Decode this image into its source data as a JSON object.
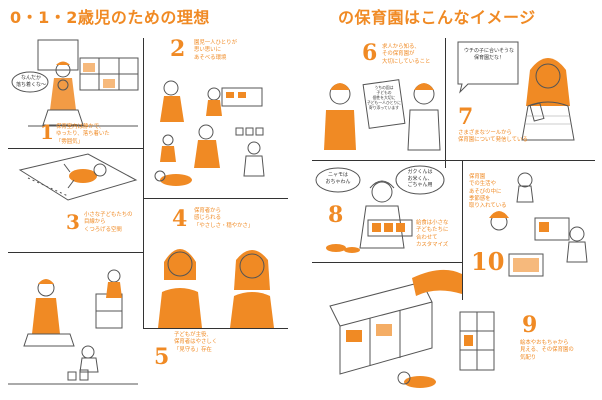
{
  "left_title": "0・1・2歳児のための理想",
  "right_title": "の保育園はこんなイメージ",
  "colors": {
    "accent": "#f08a24",
    "line": "#333333",
    "skin": "#ffffff",
    "bg": "#ffffff"
  },
  "items": [
    {
      "num": "1",
      "text": "保育室内は静かで、\nゆったり、落ち着いた\n「雰囲気」",
      "bubble": "なんだか\n落ち着くな〜"
    },
    {
      "num": "2",
      "text": "園児一人ひとりが\n思い思いに\nあそべる環境"
    },
    {
      "num": "3",
      "text": "小さな子どもたちの\n目線から\nくつろげる空間"
    },
    {
      "num": "4",
      "text": "保育者から\n感じられる\n「やさしさ・穏やかさ」"
    },
    {
      "num": "5",
      "text": "子どもが主役、\n保育者はやさしく\n「見守る」存在"
    },
    {
      "num": "6",
      "text": "求人から知る、\nその保育園が\n大切にしていること",
      "paper": "うちの園は\n子どもの\n個性を大切に\n子ども一人ひとりに\n寄り添っています"
    },
    {
      "num": "7",
      "text": "さまざまなツールから\n保育園について発信している",
      "bubble": "ウチの子に合いそうな\n保育園だな！"
    },
    {
      "num": "8",
      "text": "給食は小さな\n子どもたちに\n合わせて\nカスタマイズ",
      "bubble_left": "ニャモは\nおちゃわん",
      "bubble_right": "ガクくんは\nお米くん、\nごちゃん用"
    },
    {
      "num": "9",
      "text": "絵本やおもちゃから\n見える、その保育園の\n気配り"
    },
    {
      "num": "10",
      "text": "保育園\nでの生活や\nあそびの中に\n季節感を\n取り入れている"
    }
  ]
}
